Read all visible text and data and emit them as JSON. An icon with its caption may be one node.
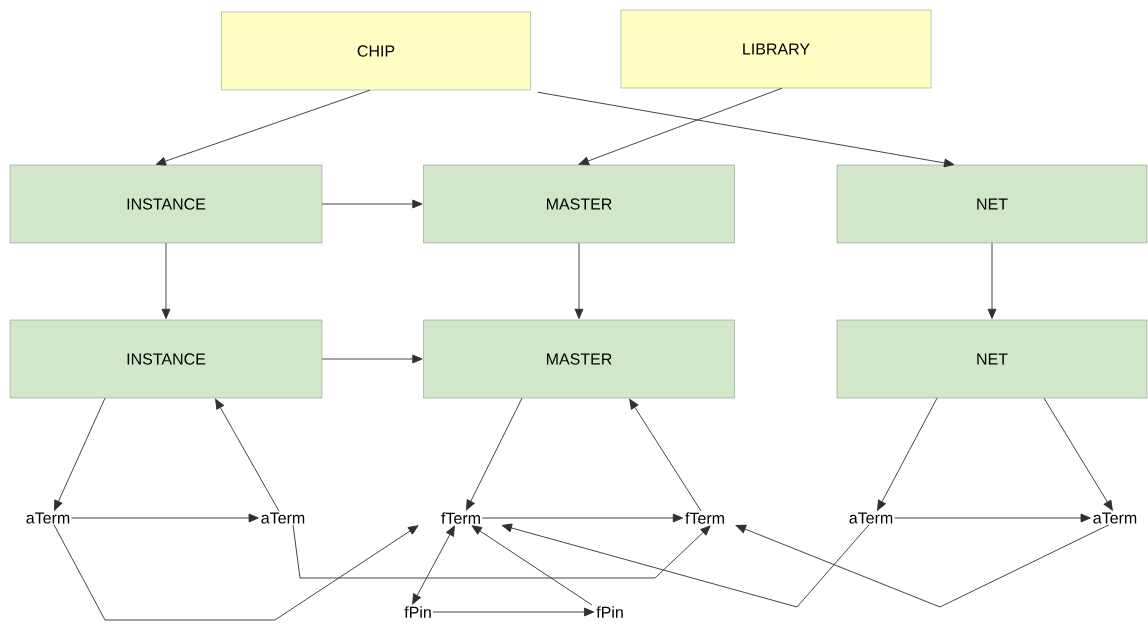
{
  "diagram": {
    "nodes": [
      {
        "text": [
          "CHIP"
        ]
      },
      {
        "text": [
          "LIBRARY"
        ]
      },
      {
        "text": [
          "INSTANCE"
        ]
      },
      {
        "text": [
          "MASTER"
        ]
      },
      {
        "text": [
          "NET"
        ]
      },
      {
        "text": [
          "INSTANCE"
        ]
      },
      {
        "text": [
          "MASTER"
        ]
      },
      {
        "text": [
          "NET"
        ]
      },
      {
        "text": [
          "aTerm"
        ]
      },
      {
        "text": [
          "aTerm"
        ]
      },
      {
        "text": [
          "fTerm"
        ]
      },
      {
        "text": [
          "fTerm"
        ]
      },
      {
        "text": [
          "aTerm"
        ]
      },
      {
        "text": [
          "aTerm"
        ]
      },
      {
        "text": [
          "fPin"
        ]
      },
      {
        "text": [
          "fPin"
        ]
      }
    ],
    "edges": [
      {
        "from": 0,
        "to": 2,
        "arrow": "to"
      },
      {
        "from": 0,
        "to": 4,
        "arrow": "to"
      },
      {
        "from": 1,
        "to": 3,
        "arrow": "to"
      },
      {
        "from": 2,
        "to": 3,
        "arrow": "to"
      },
      {
        "from": 2,
        "to": 5,
        "arrow": "to"
      },
      {
        "from": 3,
        "to": 6,
        "arrow": "to"
      },
      {
        "from": 4,
        "to": 7,
        "arrow": "to"
      },
      {
        "from": 5,
        "to": 6,
        "arrow": "to"
      },
      {
        "from": 5,
        "to": 8,
        "arrow": "to"
      },
      {
        "from": 9,
        "to": 5,
        "arrow": "to"
      },
      {
        "from": 6,
        "to": 10,
        "arrow": "to"
      },
      {
        "from": 11,
        "to": 6,
        "arrow": "to"
      },
      {
        "from": 7,
        "to": 12,
        "arrow": "to"
      },
      {
        "from": 7,
        "to": 13,
        "arrow": "to"
      },
      {
        "from": 8,
        "to": 9,
        "arrow": "to"
      },
      {
        "from": 10,
        "to": 11,
        "arrow": "to"
      },
      {
        "from": 12,
        "to": 13,
        "arrow": "to"
      },
      {
        "from": 14,
        "to": 15,
        "arrow": "to"
      },
      {
        "from": 8,
        "to": 10,
        "arrow": "to"
      },
      {
        "from": 9,
        "to": 11,
        "arrow": "to"
      },
      {
        "from": 14,
        "to": 10,
        "arrow": "both"
      },
      {
        "from": 15,
        "to": 10,
        "arrow": "to"
      },
      {
        "from": 12,
        "to": 10,
        "arrow": "to"
      },
      {
        "from": 13,
        "to": 11,
        "arrow": "to"
      }
    ]
  }
}
